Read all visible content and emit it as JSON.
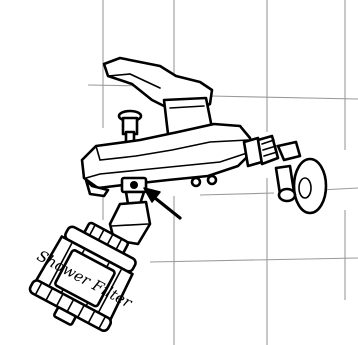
{
  "filter_label": "Shower Filter",
  "colors": {
    "ink": "#000000",
    "background": "#ffffff",
    "tile_grid": "#9a9a9a"
  },
  "icons": {
    "faucet": "wall-mounted-mixer-faucet",
    "filter": "shower-filter-cartridge",
    "pointer": "arrow-pointer"
  }
}
